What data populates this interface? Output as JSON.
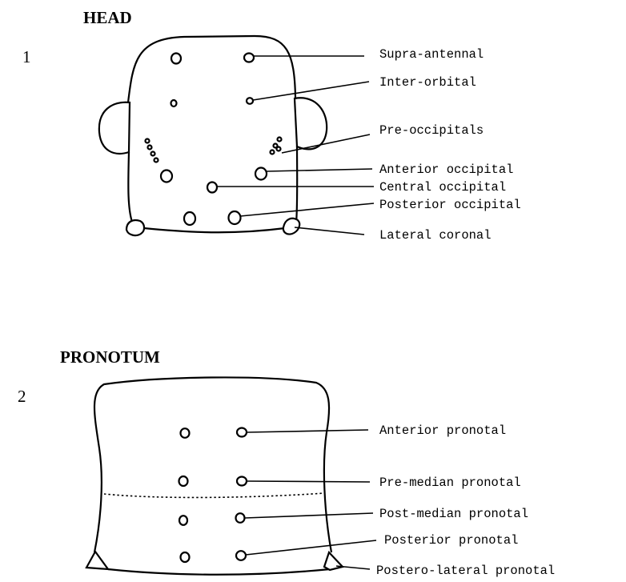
{
  "panels": {
    "head": {
      "title": "HEAD",
      "number": "1",
      "labels": {
        "supra_antennal": "Supra-antennal",
        "inter_orbital": "Inter-orbital",
        "pre_occipitals": "Pre-occipitals",
        "anterior_occipital": "Anterior occipital",
        "central_occipital": "Central occipital",
        "posterior_occipital": "Posterior occipital",
        "lateral_coronal": "Lateral coronal"
      }
    },
    "pronotum": {
      "title": "PRONOTUM",
      "number": "2",
      "labels": {
        "anterior_pronotal": "Anterior pronotal",
        "pre_median_pronotal": "Pre-median pronotal",
        "post_median_pronotal": "Post-median pronotal",
        "posterior_pronotal": "Posterior pronotal",
        "postero_lateral_pronotal": "Postero-lateral pronotal"
      }
    }
  }
}
